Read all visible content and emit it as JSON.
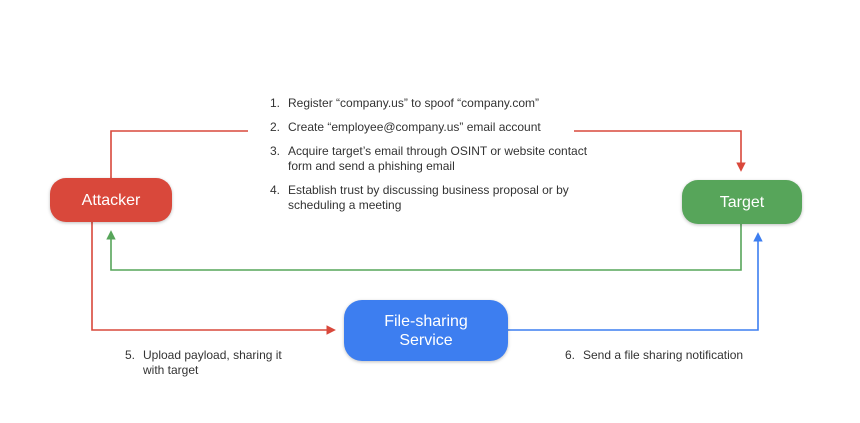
{
  "colors": {
    "attacker": "#d9483b",
    "target": "#57a55a",
    "file_sharing": "#3d7ef0",
    "red_arrow": "#d9483b",
    "green_arrow": "#57a55a",
    "blue_arrow": "#3d7ef0",
    "text": "#333333"
  },
  "nodes": {
    "attacker": "Attacker",
    "target": "Target",
    "file_sharing_line1": "File-sharing",
    "file_sharing_line2": "Service"
  },
  "steps": [
    {
      "num": "1.",
      "text": "Register “company.us” to spoof “company.com”"
    },
    {
      "num": "2.",
      "text": "Create “employee@company.us” email account"
    },
    {
      "num": "3.",
      "text": "Acquire target’s email through OSINT or website contact form and send a phishing email"
    },
    {
      "num": "4.",
      "text": "Establish trust by discussing business proposal or by scheduling a meeting"
    }
  ],
  "step5": {
    "num": "5.",
    "text": "Upload payload, sharing it with target"
  },
  "step6": {
    "num": "6.",
    "text": "Send a file sharing notification"
  }
}
